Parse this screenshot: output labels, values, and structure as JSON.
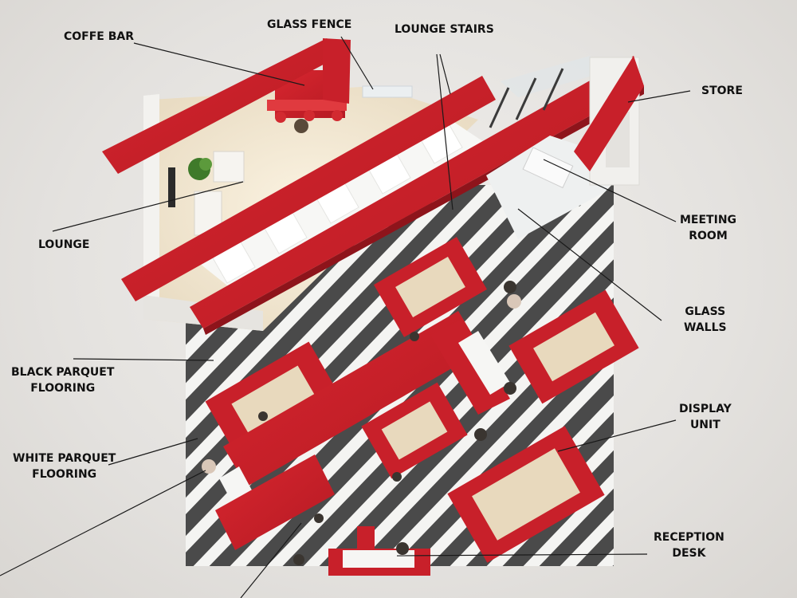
{
  "labels": {
    "coffee_bar": "COFFE BAR",
    "glass_fence": "GLASS FENCE",
    "lounge_stairs": "LOUNGE STAIRS",
    "store": "STORE",
    "meeting_room": [
      "MEETING",
      "ROOM"
    ],
    "lounge": "LOUNGE",
    "glass_walls": [
      "GLASS",
      "WALLS"
    ],
    "black_parquet": [
      "BLACK PARQUET",
      "FLOORING"
    ],
    "display_unit": [
      "DISPLAY",
      "UNIT"
    ],
    "white_parquet": [
      "WHITE PARQUET",
      "FLOORING"
    ],
    "reception_desk": [
      "RECEPTION",
      "DESK"
    ]
  },
  "colors": {
    "brand_red": "#c8202a",
    "red_dark": "#8e141b",
    "black_floor": "#4a4a4a",
    "white_floor": "#f4f4f2",
    "wall_white": "#f3f2ef",
    "label_text": "#111111",
    "leader_line": "#1a1a1a"
  }
}
